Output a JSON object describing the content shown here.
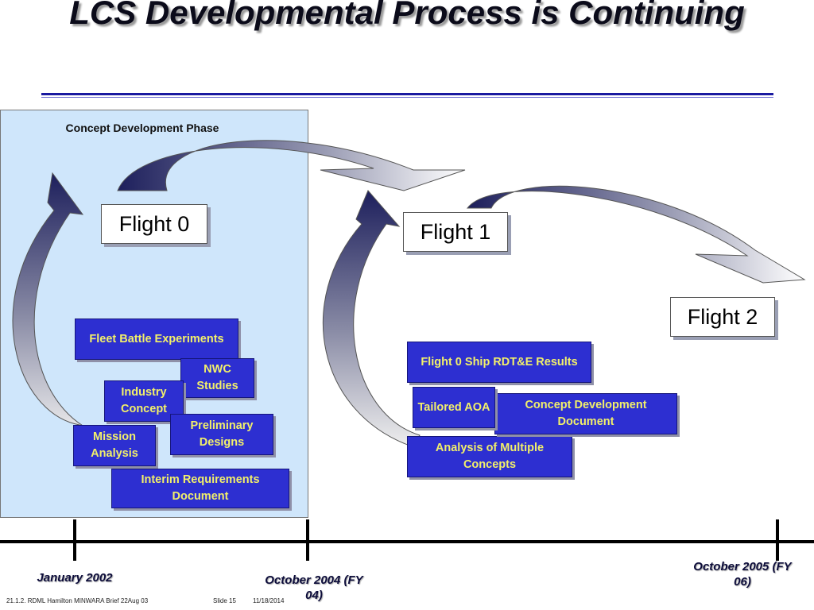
{
  "title": "LCS Developmental Process is Continuing",
  "phase_label": "Concept Development Phase",
  "flights": {
    "flight0": "Flight 0",
    "flight1": "Flight 1",
    "flight2": "Flight 2"
  },
  "phase_boxes": {
    "fleet_battle": "Fleet Battle Experiments",
    "nwc": "NWC Studies",
    "industry": "Industry Concept",
    "preliminary": "Preliminary Designs",
    "mission": "Mission Analysis",
    "interim": "Interim Requirements Document"
  },
  "flight1_boxes": {
    "rdte": "Flight 0 Ship RDT&E Results",
    "tailored": "Tailored AOA",
    "cdd": "Concept Development Document",
    "multiple": "Analysis of Multiple Concepts"
  },
  "timeline": {
    "jan2002": "January 2002",
    "oct2004": "October 2004 (FY 04)",
    "oct2005": "October 2005 (FY 06)"
  },
  "footer": {
    "brief": "21.1.2. RDML Hamilton MINWARA Brief 22Aug 03",
    "slide": "Slide 15",
    "date": "11/18/2014"
  },
  "colors": {
    "panel": "#cfe6fb",
    "box_fill": "#2d2fd1",
    "box_text": "#f2f06a",
    "arrow_dark": "#1d1f5c"
  }
}
